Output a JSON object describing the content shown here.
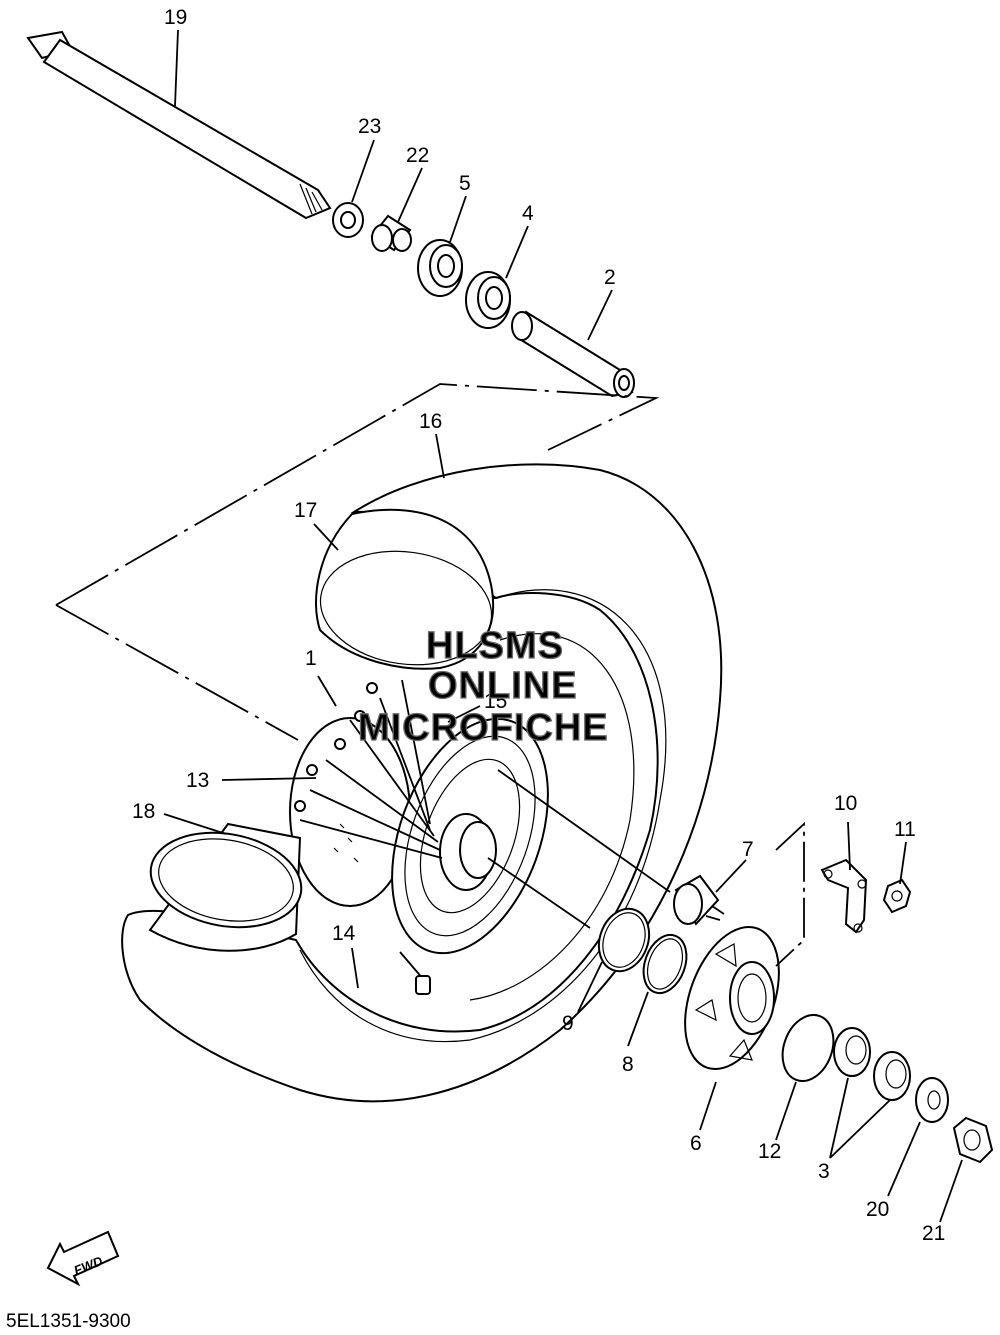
{
  "diagram": {
    "callouts": [
      "1",
      "2",
      "3",
      "4",
      "5",
      "6",
      "7",
      "8",
      "9",
      "10",
      "11",
      "12",
      "13",
      "14",
      "15",
      "16",
      "17",
      "18",
      "19",
      "20",
      "21",
      "22",
      "23"
    ],
    "drawing_code": "5EL1351-9300",
    "fwd_label": "FWD",
    "watermark": [
      "HLSMS",
      "ONLINE",
      "MICROFICHE"
    ]
  }
}
